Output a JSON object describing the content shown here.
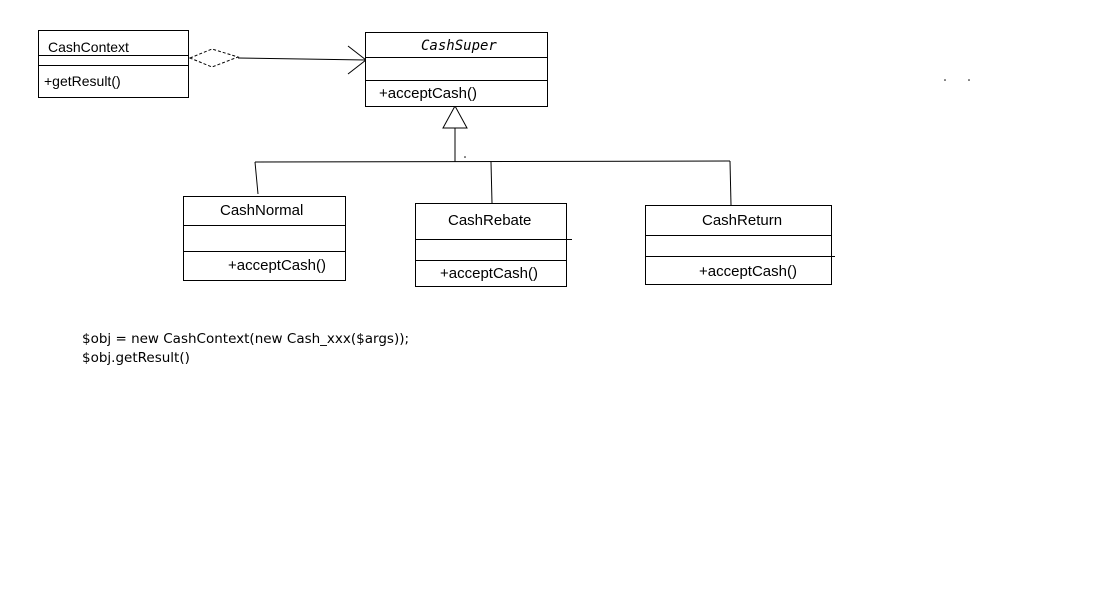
{
  "classes": {
    "cash_context": {
      "name": "CashContext",
      "method": "+getResult()"
    },
    "cash_super": {
      "name": "CashSuper",
      "method": "+acceptCash()"
    },
    "cash_normal": {
      "name": "CashNormal",
      "method": "+acceptCash()"
    },
    "cash_rebate": {
      "name": "CashRebate",
      "method": "+acceptCash()"
    },
    "cash_return": {
      "name": "CashReturn",
      "method": "+acceptCash()"
    }
  },
  "code": {
    "line1": "$obj = new CashContext(new Cash_xxx($args));",
    "line2": "$obj.getResult()"
  },
  "colors": {
    "line": "#000000",
    "background": "#ffffff"
  }
}
